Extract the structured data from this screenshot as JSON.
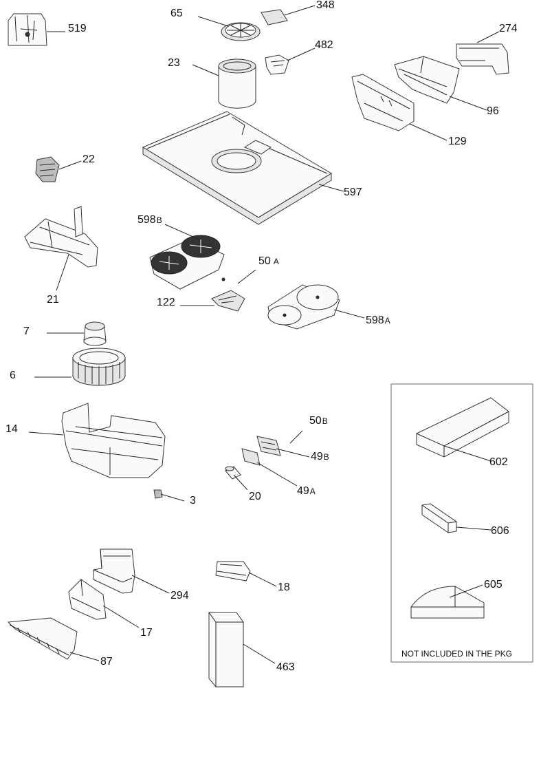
{
  "parts": {
    "p519": "519",
    "p65": "65",
    "p348": "348",
    "p482": "482",
    "p274": "274",
    "p23": "23",
    "p96": "96",
    "p129": "129",
    "p22": "22",
    "p597": "597",
    "p598b_num": "598",
    "p598b_suf": "B",
    "p21": "21",
    "p50a_num": "50",
    "p50a_suf": "A",
    "p122": "122",
    "p598a_num": "598",
    "p598a_suf": "A",
    "p7": "7",
    "p6": "6",
    "p14": "14",
    "p50b_num": "50",
    "p50b_suf": "B",
    "p49b_num": "49",
    "p49b_suf": "B",
    "p49a_num": "49",
    "p49a_suf": "A",
    "p20": "20",
    "p3": "3",
    "p602": "602",
    "p606": "606",
    "p605": "605",
    "p294": "294",
    "p18": "18",
    "p17": "17",
    "p87": "87",
    "p463": "463"
  },
  "note": "NOT INCLUDED IN THE PKG"
}
